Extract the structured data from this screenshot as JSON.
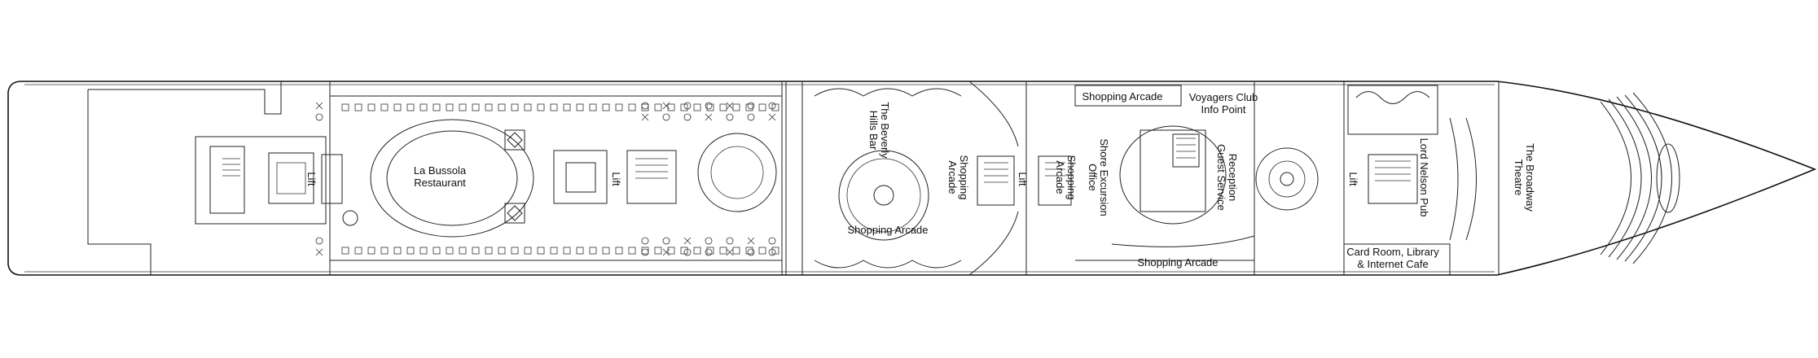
{
  "labels": {
    "lift_1": "Lift",
    "la_bussola_1": "La Bussola",
    "la_bussola_2": "Restaurant",
    "lift_2": "Lift",
    "beverly_1": "The Beverly",
    "beverly_2": "Hills Bar",
    "shopping_arcade_center": "Shopping Arcade",
    "shopping_arcade_v1_1": "Shopping",
    "shopping_arcade_v1_2": "Arcade",
    "lift_3": "Lift",
    "shopping_arcade_v2_1": "Shopping",
    "shopping_arcade_v2_2": "Arcade",
    "shore_1": "Shore Excursion",
    "shore_2": "Office",
    "shopping_arcade_top": "Shopping Arcade",
    "voyagers_1": "Voyagers Club",
    "voyagers_2": "Info Point",
    "reception_1": "Reception",
    "reception_2": "Guest Service",
    "shopping_arcade_bottom": "Shopping Arcade",
    "lift_4": "Lift",
    "lord_nelson": "Lord Nelson Pub",
    "card_room_1": "Card Room, Library",
    "card_room_2": "& Internet Cafe",
    "theatre_1": "The Broadway",
    "theatre_2": "Theatre"
  },
  "colors": {
    "line": "#222222",
    "background": "#ffffff",
    "text": "#111111"
  }
}
